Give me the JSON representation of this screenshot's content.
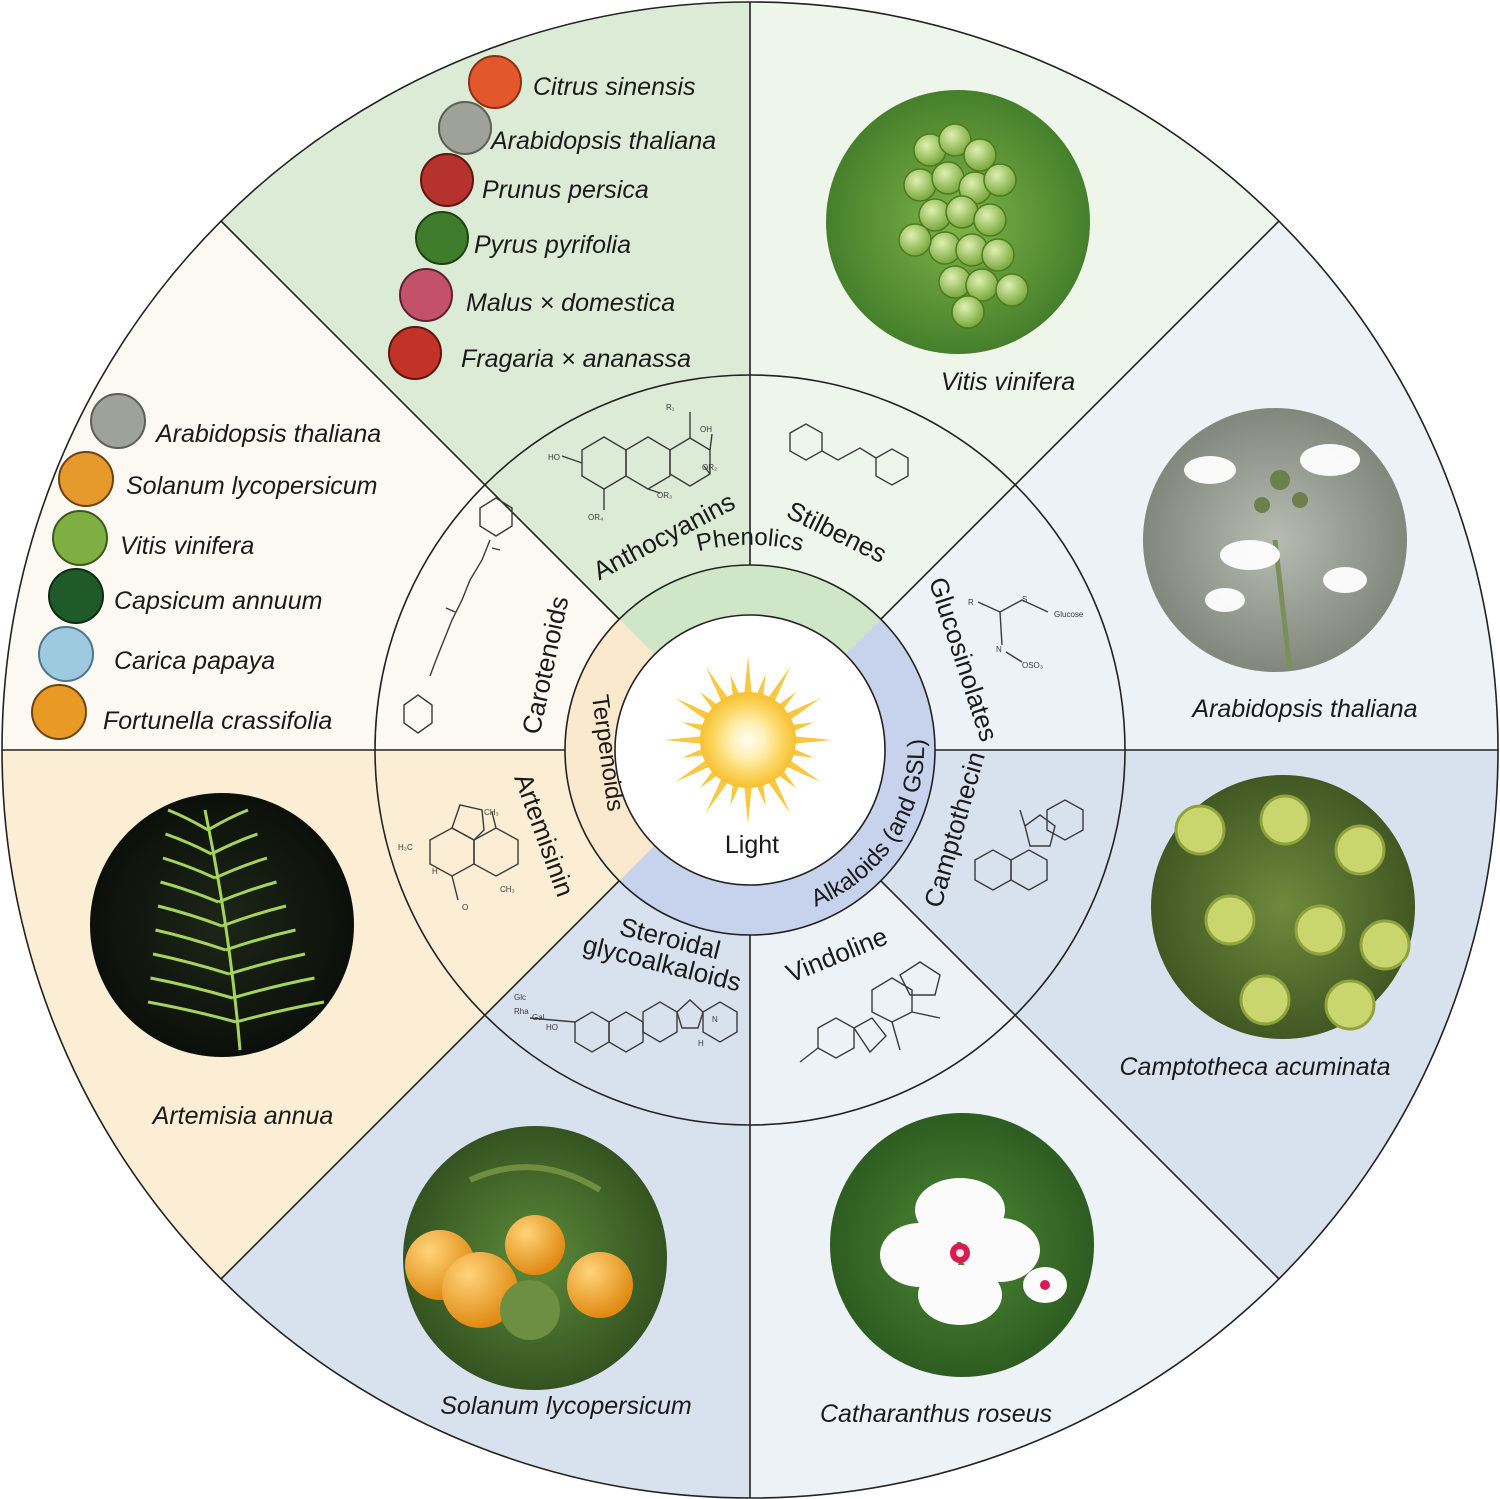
{
  "center": {
    "label": "Light"
  },
  "groups": {
    "phenolics": "Phenolics",
    "terpenoids": "Terpenoids",
    "alkaloids": "Alkaloids (and GSL)"
  },
  "classes": {
    "anthocyanins": "Anthocyanins",
    "stilbenes": "Stilbenes",
    "glucosinolates": "Glucosinolates",
    "camptothecin": "Camptothecin",
    "vindoline": "Vindoline",
    "steroidal_line1": "Steroidal",
    "steroidal_line2": "glycoalkaloids",
    "artemisinin": "Artemisinin",
    "carotenoids": "Carotenoids"
  },
  "species": {
    "anthocyanins": [
      "Citrus sinensis",
      "Arabidopsis thaliana",
      "Prunus persica",
      "Pyrus pyrifolia",
      "Malus × domestica",
      "Fragaria × ananassa"
    ],
    "carotenoids": [
      "Arabidopsis thaliana",
      "Solanum lycopersicum",
      "Vitis vinifera",
      "Capsicum annuum",
      "Carica papaya",
      "Fortunella crassifolia"
    ],
    "stilbenes": "Vitis vinifera",
    "glucosinolates": "Arabidopsis thaliana",
    "camptothecin": "Camptotheca acuminata",
    "vindoline": "Catharanthus roseus",
    "steroidal": "Solanum lycopersicum",
    "artemisinin": "Artemisia annua"
  },
  "structure_labels": {
    "r1": "R₁",
    "oh": "OH",
    "or2": "OR₂",
    "ho": "HO",
    "or3": "OR₃",
    "or4": "OR₄",
    "r": "R",
    "s": "S",
    "glucose": "Glucose",
    "n": "N",
    "oso3": "OSO₃",
    "h3c": "H₃C",
    "ch3a": "CH₃",
    "ch3b": "CH₃",
    "h": "H",
    "o": "O",
    "glc": "Glc",
    "rha": "Rha",
    "gal": "Gal",
    "ho2": "HO",
    "n2": "N",
    "h2": "H"
  },
  "colors": {
    "phenolics_outer": "#dcebd6",
    "phenolics_mid": "#e8f2e2",
    "phenolics_inner": "#cfe6c7",
    "stilbenes_outer": "#eef5ea",
    "terpenoids_outer": "#fbf9f1",
    "artemisia_outer": "#fbeed5",
    "terpenoids_inner": "#fae9cc",
    "alkaloids_outer": "#d8e2ee",
    "alkaloids_light": "#edf2f6",
    "alkaloids_inner": "#c7d3ec",
    "sun_core": "#fffbe6",
    "sun_ray": "#f8c840",
    "line": "#222222"
  },
  "icons": [
    "sun-icon",
    "plant-photo-icon",
    "molecule-structure-icon"
  ]
}
